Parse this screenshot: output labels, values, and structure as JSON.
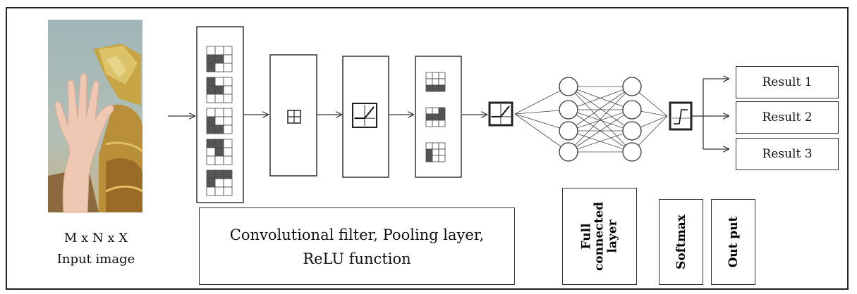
{
  "input": {
    "dims_label": "M x N x X",
    "caption": "Input image"
  },
  "conv_section": {
    "caption_line1": "Convolutional filter, Pooling layer,",
    "caption_line2": "ReLU function"
  },
  "fc_layer": {
    "label_line1": "Full",
    "label_line2": "connected",
    "label_line3": "layer"
  },
  "softmax": {
    "label": "Softmax"
  },
  "output": {
    "label": "Out put"
  },
  "results": [
    "Result 1",
    "Result 2",
    "Result 3"
  ],
  "colors": {
    "stroke": "#333333",
    "cell_dark": "#555555",
    "frame": "#222222"
  }
}
